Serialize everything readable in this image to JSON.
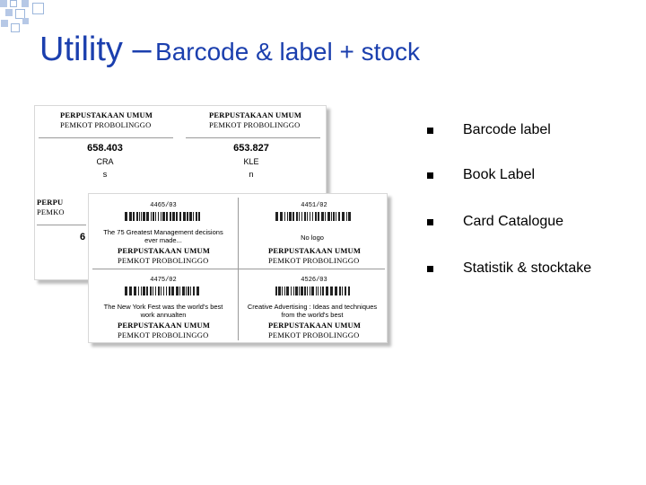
{
  "title": {
    "main": "Utility –",
    "sub": "Barcode & label + stock"
  },
  "bullets": [
    {
      "label": "Barcode label"
    },
    {
      "label": "Book Label"
    },
    {
      "label": "Card Catalogue"
    },
    {
      "label": "Statistik & stocktake"
    }
  ],
  "book_labels": {
    "library_name": "PERPUSTAKAAN UMUM",
    "library_line_left": "PEMKOT PROBOLINGGO",
    "library_line_right": "PEMKOT PROBOLINGGO",
    "cards": [
      {
        "call_number": "658.403",
        "sub1": "CRA",
        "sub2": "s"
      },
      {
        "call_number": "653.827",
        "sub1": "KLE",
        "sub2": "n"
      },
      {
        "call_number": "6",
        "sub1": "",
        "sub2": ""
      }
    ],
    "partial_library_name": "PERPU",
    "partial_library_line": "PEMKO"
  },
  "barcode_labels": {
    "library_name": "PERPUSTAKAAN UMUM",
    "library_line": "PEMKOT PROBOLINGGO",
    "items": [
      {
        "code": "4465/03",
        "title": "The 75 Greatest Management decisions ever made..."
      },
      {
        "code": "4451/02",
        "title": "No logo"
      },
      {
        "code": "4475/02",
        "title": "The New York Fest was the world's best work annualten"
      },
      {
        "code": "4526/03",
        "title": "Creative Advertising : Ideas and techniques from the world's best"
      }
    ]
  }
}
